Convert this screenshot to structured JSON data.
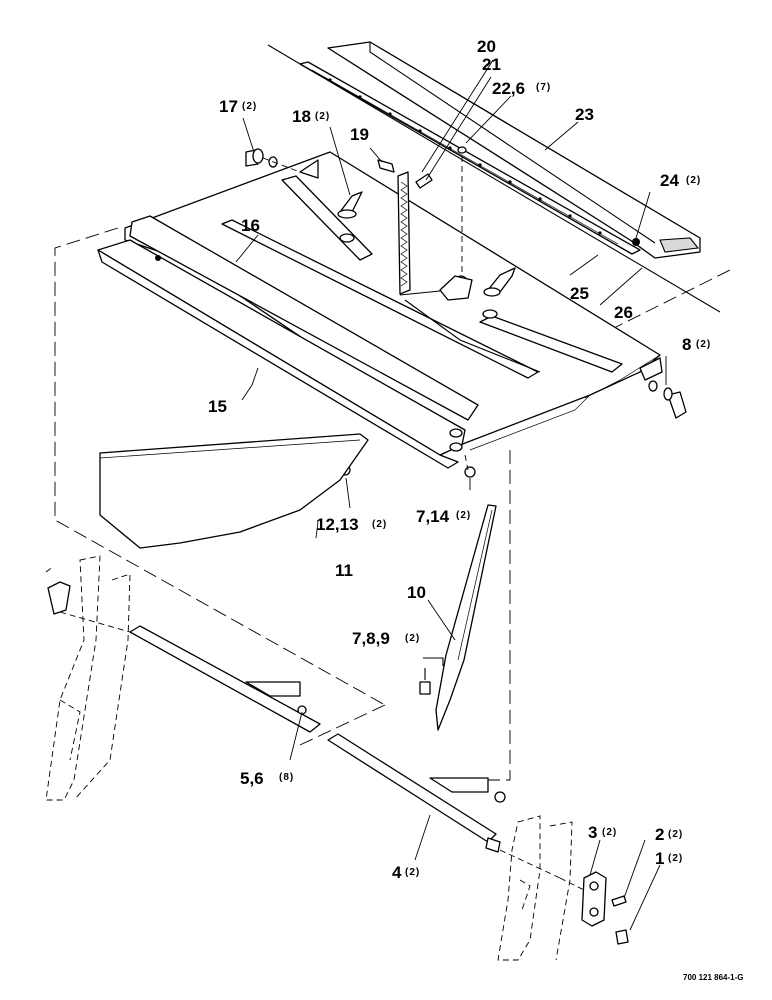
{
  "callouts": [
    {
      "id": "1",
      "num": "1",
      "qty": "(2)"
    },
    {
      "id": "2",
      "num": "2",
      "qty": "(2)"
    },
    {
      "id": "3",
      "num": "3",
      "qty": "(2)"
    },
    {
      "id": "4",
      "num": "4",
      "qty": "(2)"
    },
    {
      "id": "5",
      "num": "5,6",
      "qty": "(8)"
    },
    {
      "id": "7a",
      "num": "7,8,9",
      "qty": "(2)"
    },
    {
      "id": "7b",
      "num": "7,14",
      "qty": "(2)"
    },
    {
      "id": "8",
      "num": "8",
      "qty": "(2)"
    },
    {
      "id": "10",
      "num": "10",
      "qty": ""
    },
    {
      "id": "11",
      "num": "11",
      "qty": ""
    },
    {
      "id": "12",
      "num": "12,13",
      "qty": "(2)"
    },
    {
      "id": "15",
      "num": "15",
      "qty": ""
    },
    {
      "id": "16",
      "num": "16",
      "qty": ""
    },
    {
      "id": "17",
      "num": "17",
      "qty": "(2)"
    },
    {
      "id": "18",
      "num": "18",
      "qty": "(2)"
    },
    {
      "id": "19",
      "num": "19",
      "qty": ""
    },
    {
      "id": "20",
      "num": "20",
      "qty": ""
    },
    {
      "id": "21",
      "num": "21",
      "qty": ""
    },
    {
      "id": "22",
      "num": "22,6",
      "qty": "(7)"
    },
    {
      "id": "23",
      "num": "23",
      "qty": ""
    },
    {
      "id": "24",
      "num": "24",
      "qty": "(2)"
    },
    {
      "id": "25",
      "num": "25",
      "qty": ""
    },
    {
      "id": "26",
      "num": "26",
      "qty": ""
    }
  ],
  "drawing_number": "700 121 864-1-G"
}
